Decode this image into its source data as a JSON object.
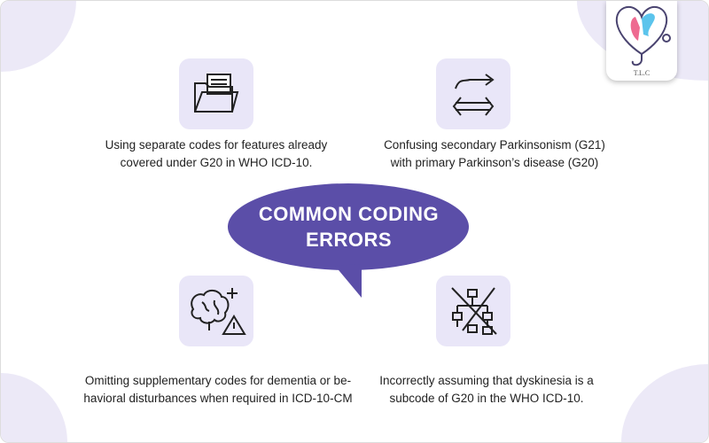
{
  "title": "COMMON CODING ERRORS",
  "title_line1": "COMMON CODING",
  "title_line2": "ERRORS",
  "logo_text": "T.L.C",
  "colors": {
    "accent": "#5b4ea8",
    "tile": "#e9e6f8",
    "blob": "#ece9f7"
  },
  "items": [
    {
      "icon": "folder-icon",
      "text_line1": "Using separate codes for features already",
      "text_line2": "covered under G20 in WHO ICD-10."
    },
    {
      "icon": "swap-arrows-icon",
      "text_line1": "Confusing secondary Parkinsonism (G21)",
      "text_line2": "with primary Parkinson’s disease (G20)"
    },
    {
      "icon": "brain-warning-icon",
      "text_line1": "Omitting supplementary codes for dementia or be-",
      "text_line2": "havioral disturbances when required in ICD-10-CM"
    },
    {
      "icon": "crossed-hierarchy-icon",
      "text_line1": "Incorrectly assuming that dyskinesia is a",
      "text_line2": "subcode of G20 in the WHO ICD-10."
    }
  ]
}
